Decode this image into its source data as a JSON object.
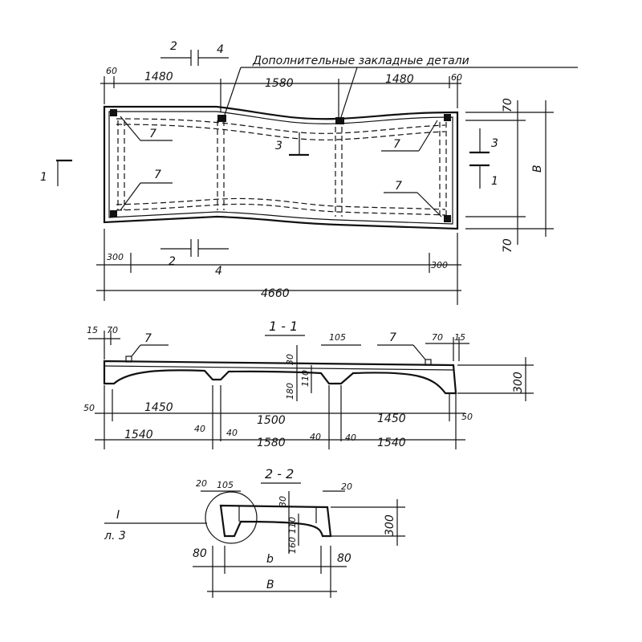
{
  "plan": {
    "note": "Дополнительные закладные детали",
    "dims": {
      "left_60": "60",
      "left_1480": "1480",
      "mid_1580": "1580",
      "right_1480": "1480",
      "right_60": "60",
      "right_70_top": "70",
      "right_70_bottom": "70",
      "width_b": "B",
      "bottom_300_left": "300",
      "bottom_300_right": "300",
      "total_4660": "4660"
    },
    "section_marks": {
      "cut2_top": "2",
      "cut4_top": "4",
      "cut2_bottom": "2",
      "cut4_bottom": "4",
      "cut1_left": "1",
      "cut3_mid": "3",
      "cut3_right": "3",
      "cut1_right": "1"
    },
    "callouts": [
      "7",
      "7",
      "7",
      "7"
    ]
  },
  "section_1_1": {
    "title": "1 - 1",
    "dims": {
      "top_15": "15",
      "top_70_left": "70",
      "top_105": "105",
      "top_70_right": "70",
      "top_15_right": "15",
      "rib_30": "30",
      "rib_180": "180",
      "rib_110": "110",
      "height_300": "300",
      "left_50": "50",
      "span_1450_left": "1450",
      "span_1500": "1500",
      "span_1450_right": "1450",
      "right_50": "50",
      "span_1540_left": "1540",
      "gap_40_a": "40",
      "gap_40_b": "40",
      "span_1580": "1580",
      "gap_40_c": "40",
      "gap_40_d": "40",
      "span_1540_right": "1540"
    },
    "callouts": [
      "7",
      "7"
    ]
  },
  "section_2_2": {
    "title": "2 - 2",
    "dims": {
      "top_20_left": "20",
      "top_105": "105",
      "top_20_right": "20",
      "rib_30": "30",
      "rib_110": "110",
      "rib_160": "160",
      "height_300": "300",
      "bottom_80_left": "80",
      "inner_b": "b",
      "bottom_80_right": "80",
      "total_b": "B"
    },
    "detail_ref": "I",
    "detail_sheet": "л. 3"
  }
}
